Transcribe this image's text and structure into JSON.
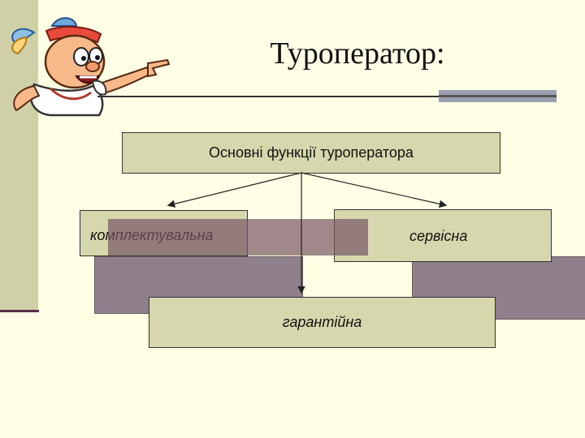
{
  "slide": {
    "title": "Туроператор:"
  },
  "diagram": {
    "root": {
      "label": "Основні функції туроператора"
    },
    "children": [
      {
        "id": "komplekt",
        "label": "комплектувальна"
      },
      {
        "id": "servis",
        "label": "сервісна"
      },
      {
        "id": "garant",
        "label": "гарантійна"
      }
    ]
  },
  "colors": {
    "background": "#ffffe6",
    "box_fill": "#d7d7ad",
    "shadow_fill": "#8f7f8b",
    "left_band": "#cfcfa8",
    "accent": "#5a2e4a"
  },
  "icons": {
    "mascot": "cartoon-man-pointing-icon"
  }
}
